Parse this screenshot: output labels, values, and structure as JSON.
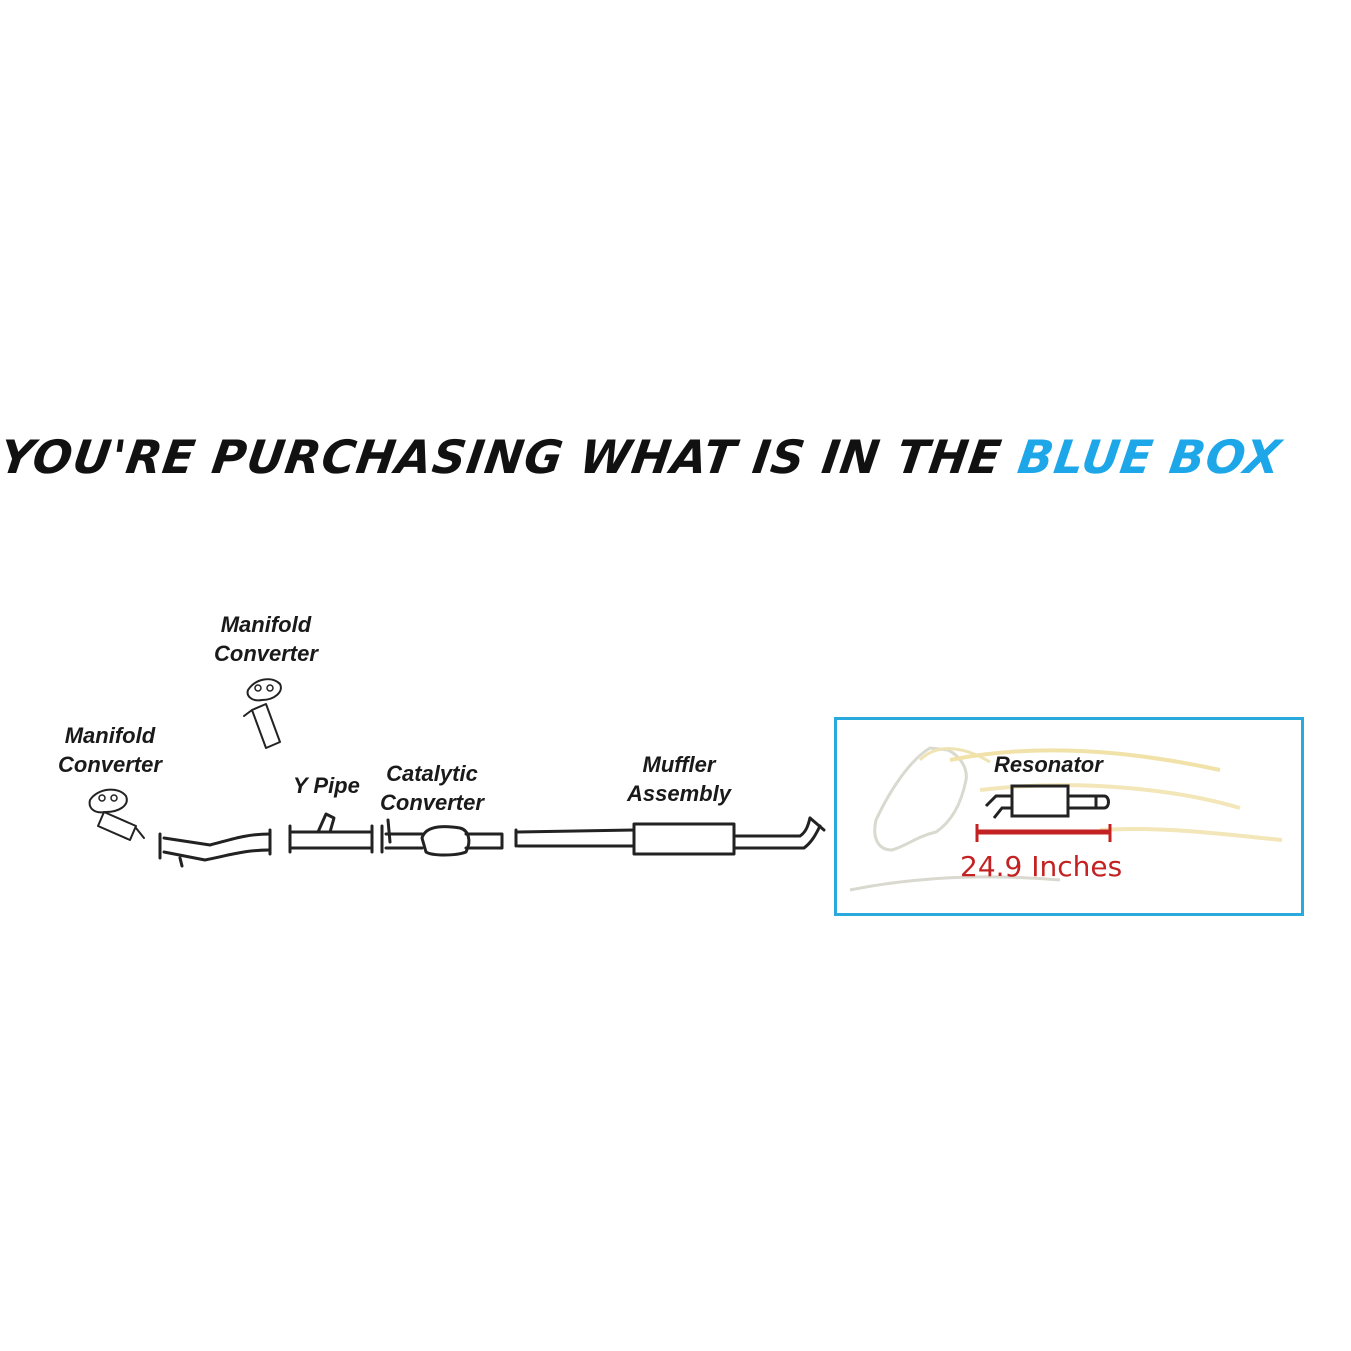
{
  "headline": {
    "part1": "YOU'RE PURCHASING WHAT IS IN THE ",
    "part2": "BLUE BOX"
  },
  "colors": {
    "highlight_blue": "#1ea7e8",
    "box_border": "#29a9dc",
    "measure_red": "#c42222"
  },
  "labels": {
    "manifold_converter_1_line1": "Manifold",
    "manifold_converter_1_line2": "Converter",
    "manifold_converter_2_line1": "Manifold",
    "manifold_converter_2_line2": "Converter",
    "y_pipe": "Y Pipe",
    "catalytic_line1": "Catalytic",
    "catalytic_line2": "Converter",
    "muffler_line1": "Muffler",
    "muffler_line2": "Assembly",
    "resonator": "Resonator"
  },
  "measurement": "24.9 Inches"
}
